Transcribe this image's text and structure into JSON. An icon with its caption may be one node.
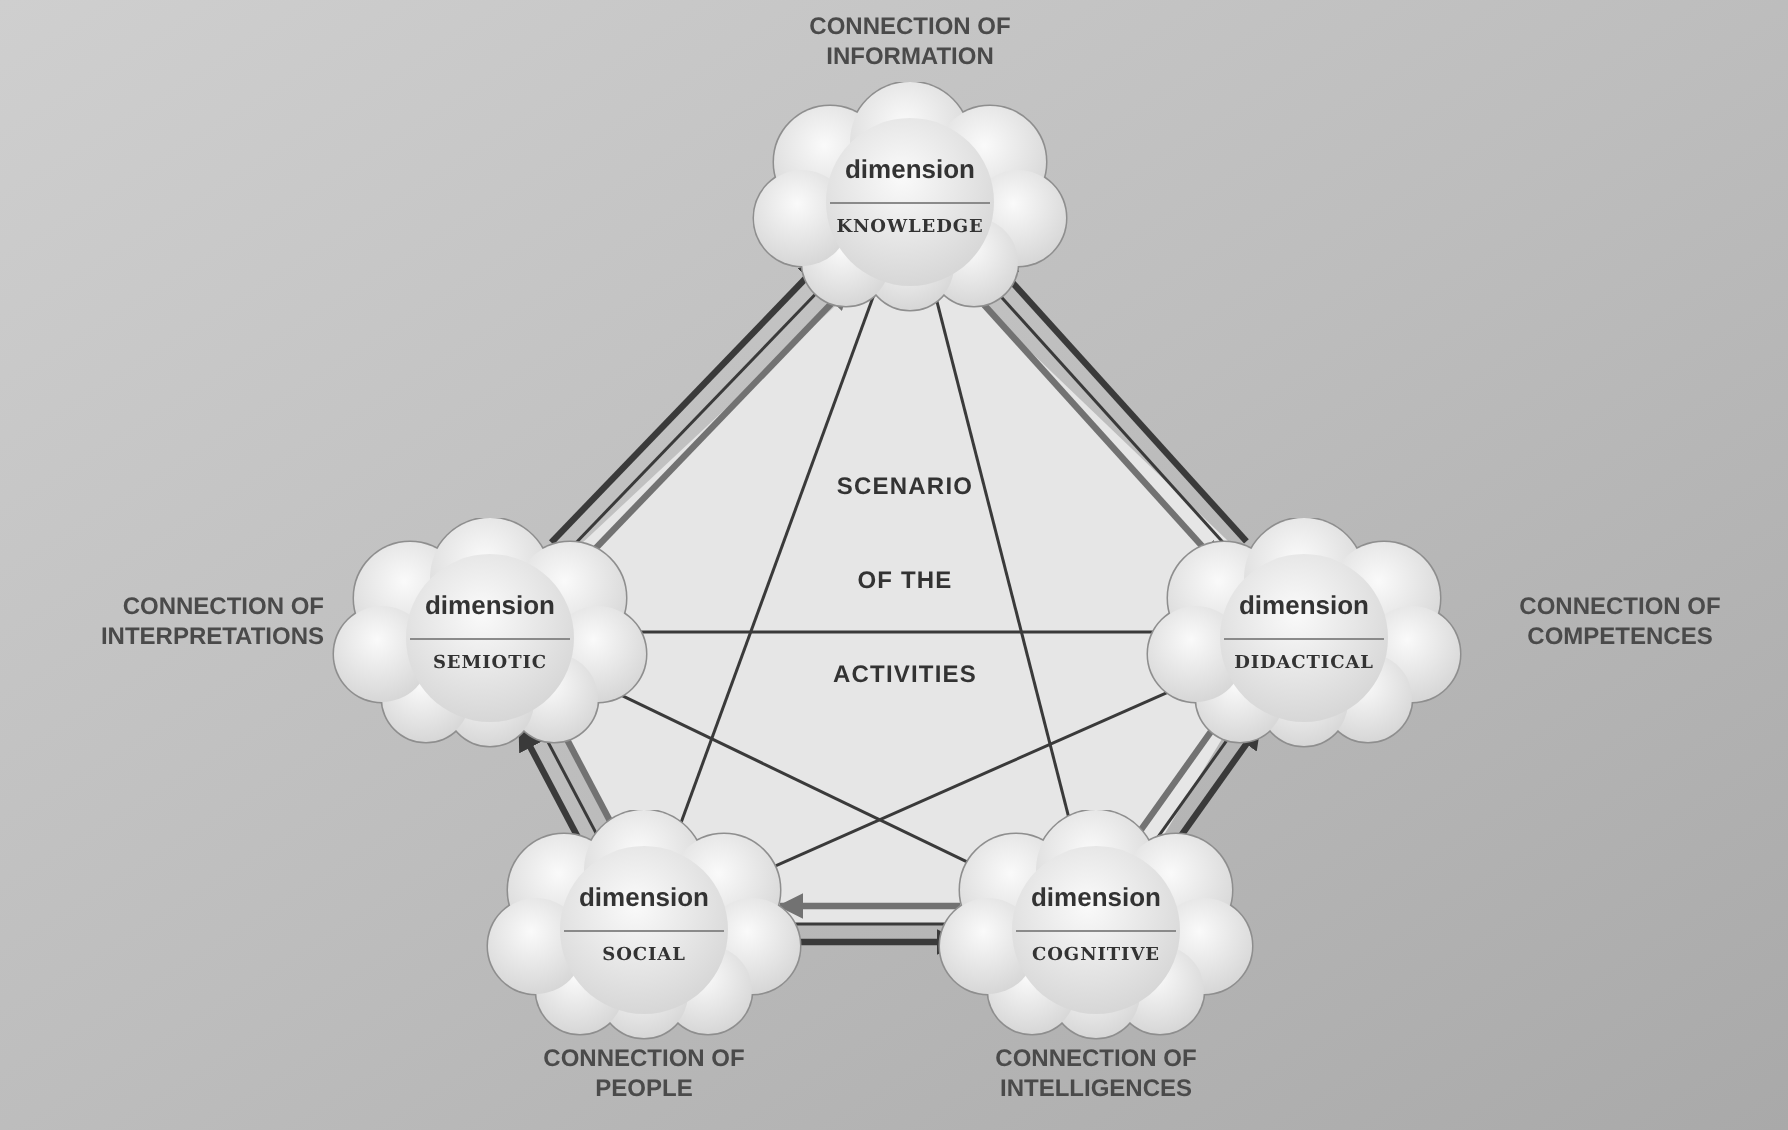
{
  "diagram": {
    "nodes": [
      {
        "text": [
          "dimension",
          "KNOWLEDGE"
        ],
        "beside": [
          "CONNECTION OF INFORMATION"
        ]
      },
      {
        "text": [
          "dimension",
          "SEMIOTIC"
        ],
        "beside": [
          "CONNECTION OF INTERPRETATIONS"
        ]
      },
      {
        "text": [
          "dimension",
          "DIDACTICAL"
        ],
        "beside": [
          "CONNECTION OF COMPETENCES"
        ]
      },
      {
        "text": [
          "dimension",
          "SOCIAL"
        ],
        "beside": [
          "CONNECTION OF PEOPLE"
        ]
      },
      {
        "text": [
          "dimension",
          "COGNITIVE"
        ],
        "beside": [
          "CONNECTION OF INTELLIGENCES"
        ]
      }
    ],
    "edges": [
      {
        "from": 0,
        "to": 2,
        "arrow": "none"
      },
      {
        "from": 2,
        "to": 4,
        "arrow": "none"
      },
      {
        "from": 4,
        "to": 3,
        "arrow": "none"
      },
      {
        "from": 3,
        "to": 1,
        "arrow": "none"
      },
      {
        "from": 1,
        "to": 0,
        "arrow": "none"
      },
      {
        "from": 0,
        "to": 3,
        "arrow": "none"
      },
      {
        "from": 0,
        "to": 4,
        "arrow": "none"
      },
      {
        "from": 1,
        "to": 2,
        "arrow": "none"
      },
      {
        "from": 1,
        "to": 4,
        "arrow": "none"
      },
      {
        "from": 2,
        "to": 3,
        "arrow": "none"
      },
      {
        "from": 1,
        "to": 0,
        "arrow": "to",
        "style": "thick"
      },
      {
        "from": 1,
        "to": 0,
        "arrow": "to",
        "style": "thick",
        "color": "#727272"
      },
      {
        "from": 2,
        "to": 0,
        "arrow": "to",
        "style": "thick"
      },
      {
        "from": 0,
        "to": 2,
        "arrow": "to",
        "style": "thick",
        "color": "#727272"
      },
      {
        "from": 4,
        "to": 2,
        "arrow": "to",
        "style": "thick",
        "color": "#727272"
      },
      {
        "from": 4,
        "to": 2,
        "arrow": "to",
        "style": "thick"
      },
      {
        "from": 4,
        "to": 3,
        "arrow": "to",
        "style": "thick",
        "color": "#727272"
      },
      {
        "from": 3,
        "to": 4,
        "arrow": "to",
        "style": "thick"
      },
      {
        "from": 3,
        "to": 1,
        "arrow": "to",
        "style": "thick"
      },
      {
        "from": 3,
        "to": 1,
        "arrow": "to",
        "style": "thick",
        "color": "#727272"
      }
    ],
    "labels": [
      "SCENARIO",
      "OF THE",
      "ACTIVITIES"
    ]
  }
}
